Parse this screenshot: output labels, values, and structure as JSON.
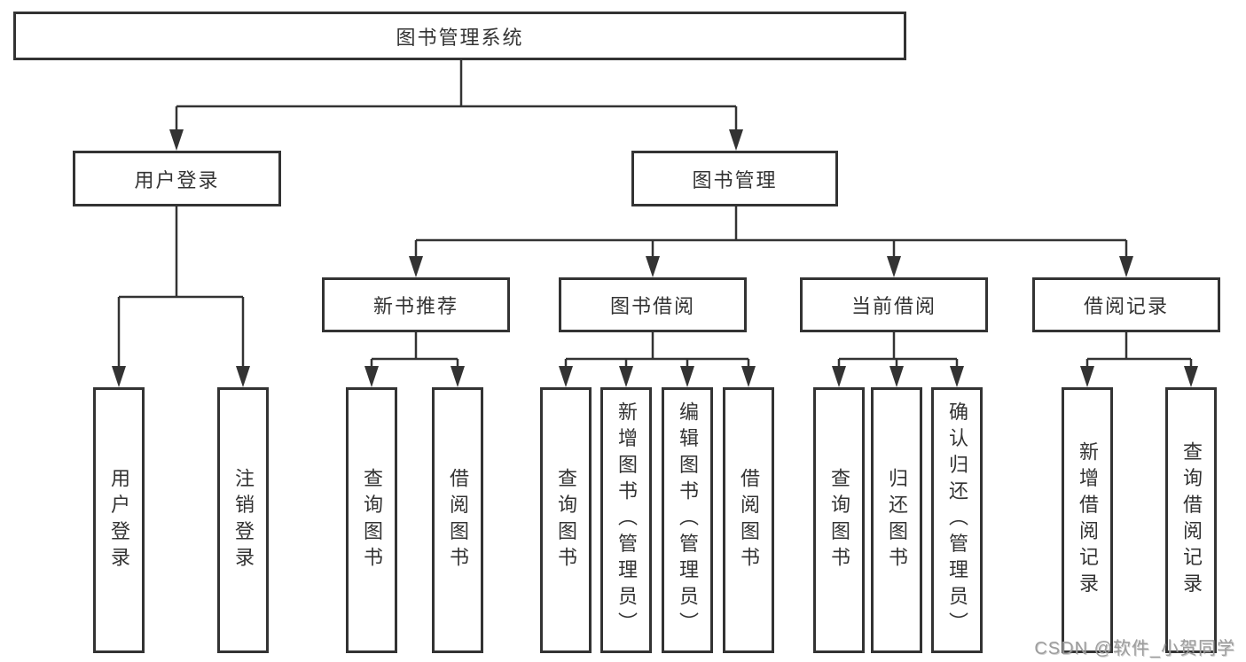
{
  "diagram": {
    "title": "图书管理系统",
    "level2": [
      "用户登录",
      "图书管理"
    ],
    "level3": [
      "新书推荐",
      "图书借阅",
      "当前借阅",
      "借阅记录"
    ],
    "leaves_user_login": [
      "用户登录",
      "注销登录"
    ],
    "leaves_new_book": [
      "查询图书",
      "借阅图书"
    ],
    "leaves_book_borrow": [
      "查询图书",
      "新增图书（管理员）",
      "编辑图书（管理员）",
      "借阅图书"
    ],
    "leaves_current_borrow": [
      "查询图书",
      "归还图书",
      "确认归还（管理员）"
    ],
    "leaves_borrow_record": [
      "新增借阅记录",
      "查询借阅记录"
    ]
  },
  "watermark": {
    "text": "CSDN @软件_小贺同学"
  },
  "colors": {
    "line": "#333333",
    "text": "#333333",
    "watermark_gray": "#9d9d9d",
    "background": "#ffffff"
  }
}
